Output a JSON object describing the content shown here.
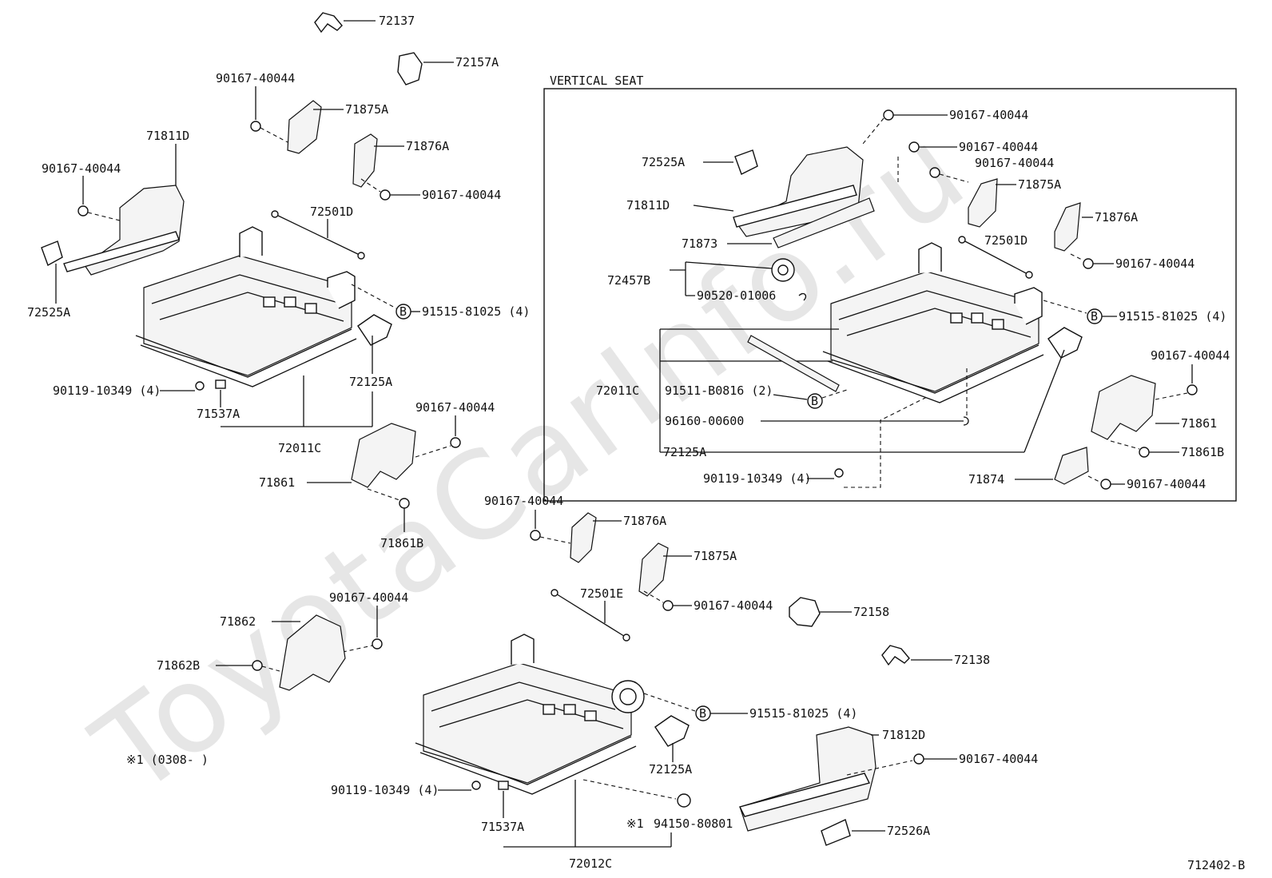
{
  "watermark": "ToyotaCarInfo.ru",
  "inset_title": "VERTICAL SEAT",
  "footnote": "※1  (0308-      )",
  "figure_code": "712402-B",
  "labels": {
    "p72137": "72137",
    "p72157A": "72157A",
    "p90167_a": "90167-40044",
    "p71875A_a": "71875A",
    "p71811D_a": "71811D",
    "p71876A_a": "71876A",
    "p90167_b": "90167-40044",
    "p90167_c": "90167-40044",
    "p72501D_a": "72501D",
    "p72525A_a": "72525A",
    "p91515_a": "91515-81025 (4)",
    "p72125A_a": "72125A",
    "p90119_a": "90119-10349 (4)",
    "p71537A_a": "71537A",
    "p72011C_a": "72011C",
    "p90167_d": "90167-40044",
    "p71861_a": "71861",
    "p71861B_a": "71861B",
    "p90167_e": "90167-40044",
    "p71876A_b": "71876A",
    "p71875A_b": "71875A",
    "p72501E": "72501E",
    "p90167_f": "90167-40044",
    "p72158": "72158",
    "p72138": "72138",
    "p90167_g": "90167-40044",
    "p71862": "71862",
    "p71862B": "71862B",
    "p91515_b": "91515-81025 (4)",
    "p71812D": "71812D",
    "p90167_h": "90167-40044",
    "p72125A_b": "72125A",
    "p90119_b": "90119-10349 (4)",
    "p71537A_b": "71537A",
    "p94150": "94150-80801",
    "p94150_mark": "※1",
    "p72012C": "72012C",
    "p72526A": "72526A",
    "v90167_1": "90167-40044",
    "v90167_2": "90167-40044",
    "v90167_3": "90167-40044",
    "v72525A": "72525A",
    "v71875A": "71875A",
    "v71811D": "71811D",
    "v71876A": "71876A",
    "v71873": "71873",
    "v72501D": "72501D",
    "v90167_4": "90167-40044",
    "v72457B": "72457B",
    "v90520": "90520-01006",
    "v91515": "91515-81025 (4)",
    "v90167_5": "90167-40044",
    "v72011C": "72011C",
    "v91511": "91511-B0816 (2)",
    "v96160": "96160-00600",
    "v71861": "71861",
    "v72125A": "72125A",
    "v71861B": "71861B",
    "v90119": "90119-10349 (4)",
    "v71874": "71874",
    "v90167_6": "90167-40044",
    "b_mark": "B"
  }
}
